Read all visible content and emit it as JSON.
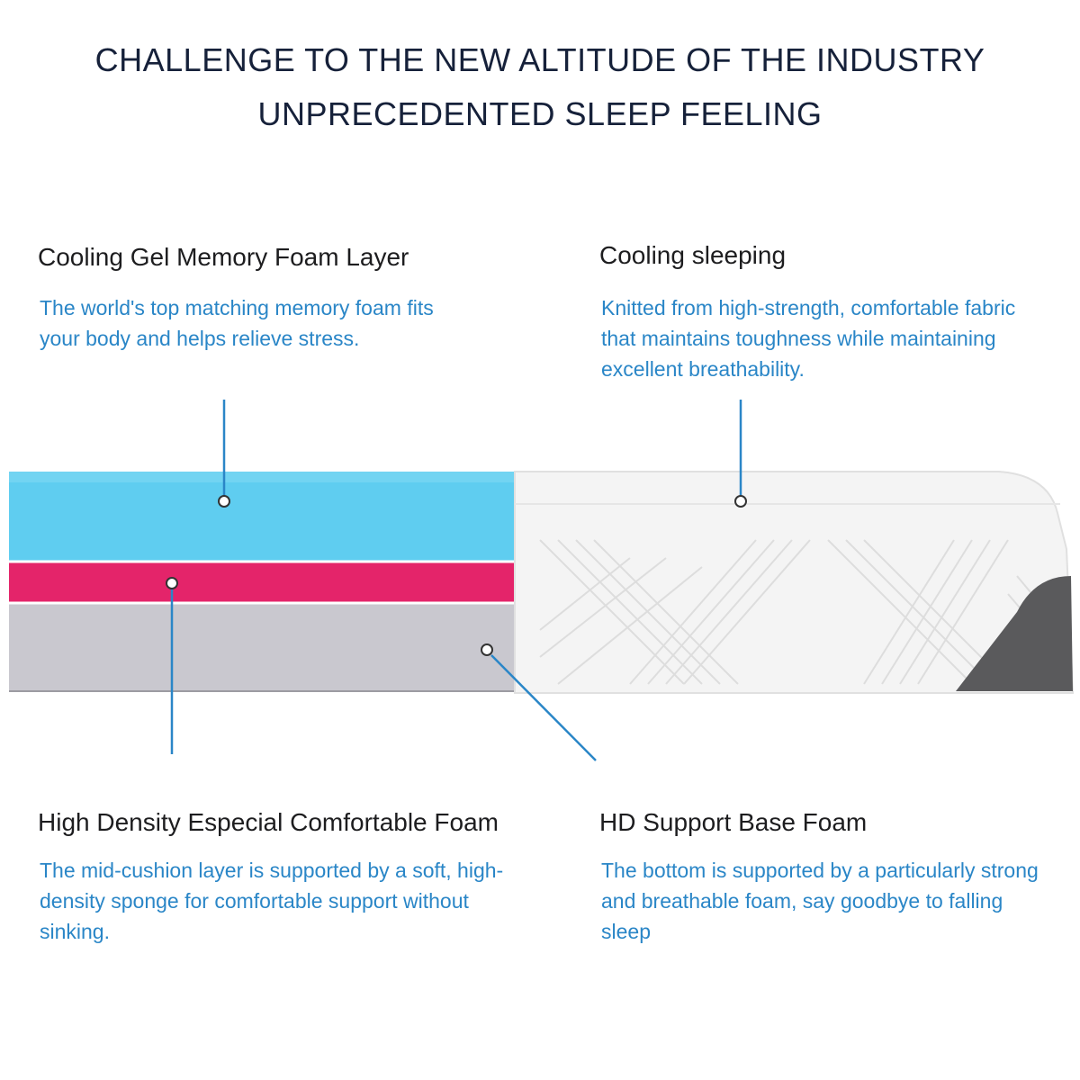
{
  "headline": {
    "line1": "CHALLENGE TO THE NEW ALTITUDE OF THE INDUSTRY",
    "line2": "UNPRECEDENTED SLEEP FEELING"
  },
  "features": [
    {
      "title": "Cooling Gel Memory Foam Layer",
      "description": "The world's top matching memory foam fits your body and helps relieve stress."
    },
    {
      "title": "Cooling sleeping",
      "description": "Knitted from high-strength, comfortable fabric that maintains toughness while maintaining excellent breathability."
    },
    {
      "title": "High Density Especial Comfortable Foam",
      "description": "The mid-cushion layer is supported by a soft, high-density sponge for comfortable support without sinking."
    },
    {
      "title": "HD Support Base Foam",
      "description": "The bottom is supported by a particularly strong and breathable foam, say goodbye to falling sleep"
    }
  ],
  "colors": {
    "headline": "#16213a",
    "title": "#1d1d1f",
    "description": "#2a86c7",
    "gel_layer": "#5fcdf0",
    "comfort_layer": "#e4246a",
    "base_layer": "#c9c8cf",
    "cover": "#f4f4f4",
    "base_side": "#5a5a5c",
    "callout_line": "#2a86c7"
  }
}
